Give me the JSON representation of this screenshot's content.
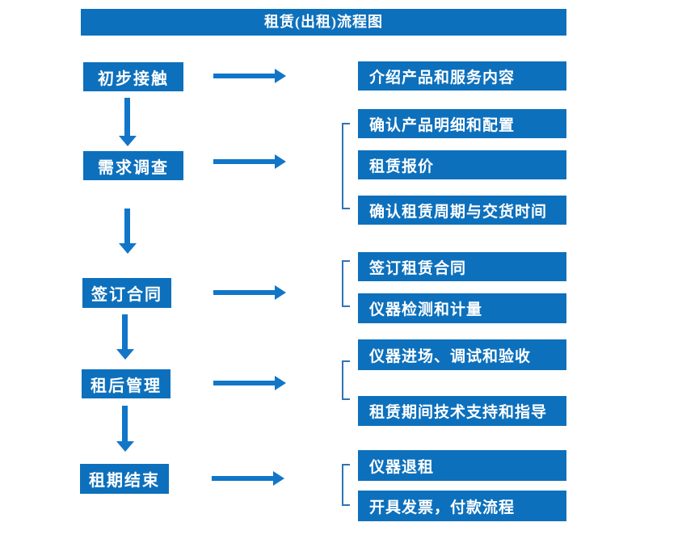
{
  "title": "租赁(出租)流程图",
  "colors": {
    "box_fill": "#0D70BC",
    "arrow": "#1176C8",
    "bracket": "#2E74B6",
    "text": "#FFFFFF",
    "background": "#FFFFFF"
  },
  "steps": [
    {
      "label": "初步接触",
      "outputs": [
        "介绍产品和服务内容"
      ]
    },
    {
      "label": "需求调查",
      "outputs": [
        "确认产品明细和配置",
        "租赁报价",
        "确认租赁周期与交货时间"
      ]
    },
    {
      "label": "签订合同",
      "outputs": [
        "签订租赁合同",
        "仪器检测和计量"
      ]
    },
    {
      "label": "租后管理",
      "outputs": [
        "仪器进场、调试和验收",
        "租赁期间技术支持和指导"
      ]
    },
    {
      "label": "租期结束",
      "outputs": [
        "仪器退租",
        "开具发票，付款流程"
      ]
    }
  ]
}
